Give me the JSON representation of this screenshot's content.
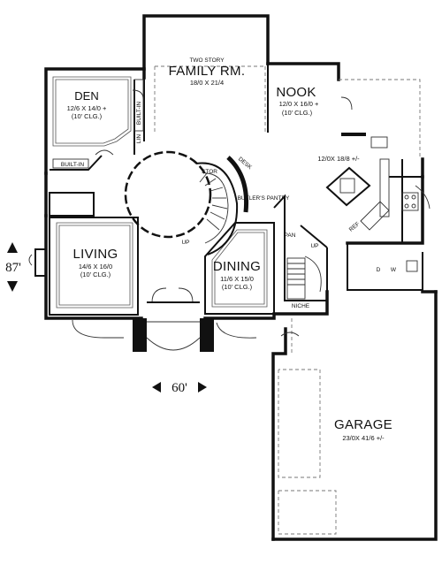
{
  "rooms": {
    "family": {
      "note": "TWO STORY",
      "name": "FAMILY RM.",
      "size": "18/0 X 21/4"
    },
    "nook": {
      "name": "NOOK",
      "size": "12/0 X 16/0 +",
      "note": "(10' CLG.)"
    },
    "den": {
      "name": "DEN",
      "size": "12/6 X 14/0 +",
      "note": "(10' CLG.)"
    },
    "kitchen": {
      "size": "12/0X 18/8 +/-"
    },
    "living": {
      "name": "LIVING",
      "size": "14/6 X 16/0",
      "note": "(10' CLG.)"
    },
    "dining": {
      "name": "DINING",
      "size": "11/6 X 15/0",
      "note": "(10' CLG.)"
    },
    "garage": {
      "name": "GARAGE",
      "size": "23/0X 41/6 +/-"
    }
  },
  "tags": {
    "built_in_1": "BUILT-IN",
    "built_in_2": "BUILT-IN",
    "lin": "LIN",
    "stor": "STOR",
    "desk": "DESK",
    "butlers_pantry": "BUTLER'S PANTRY",
    "pan": "PAN",
    "up_1": "UP",
    "up_2": "UP",
    "ref": "REF",
    "d": "D",
    "w": "W",
    "niche": "NICHE"
  },
  "dimensions": {
    "width": "60'",
    "depth": "87'"
  }
}
